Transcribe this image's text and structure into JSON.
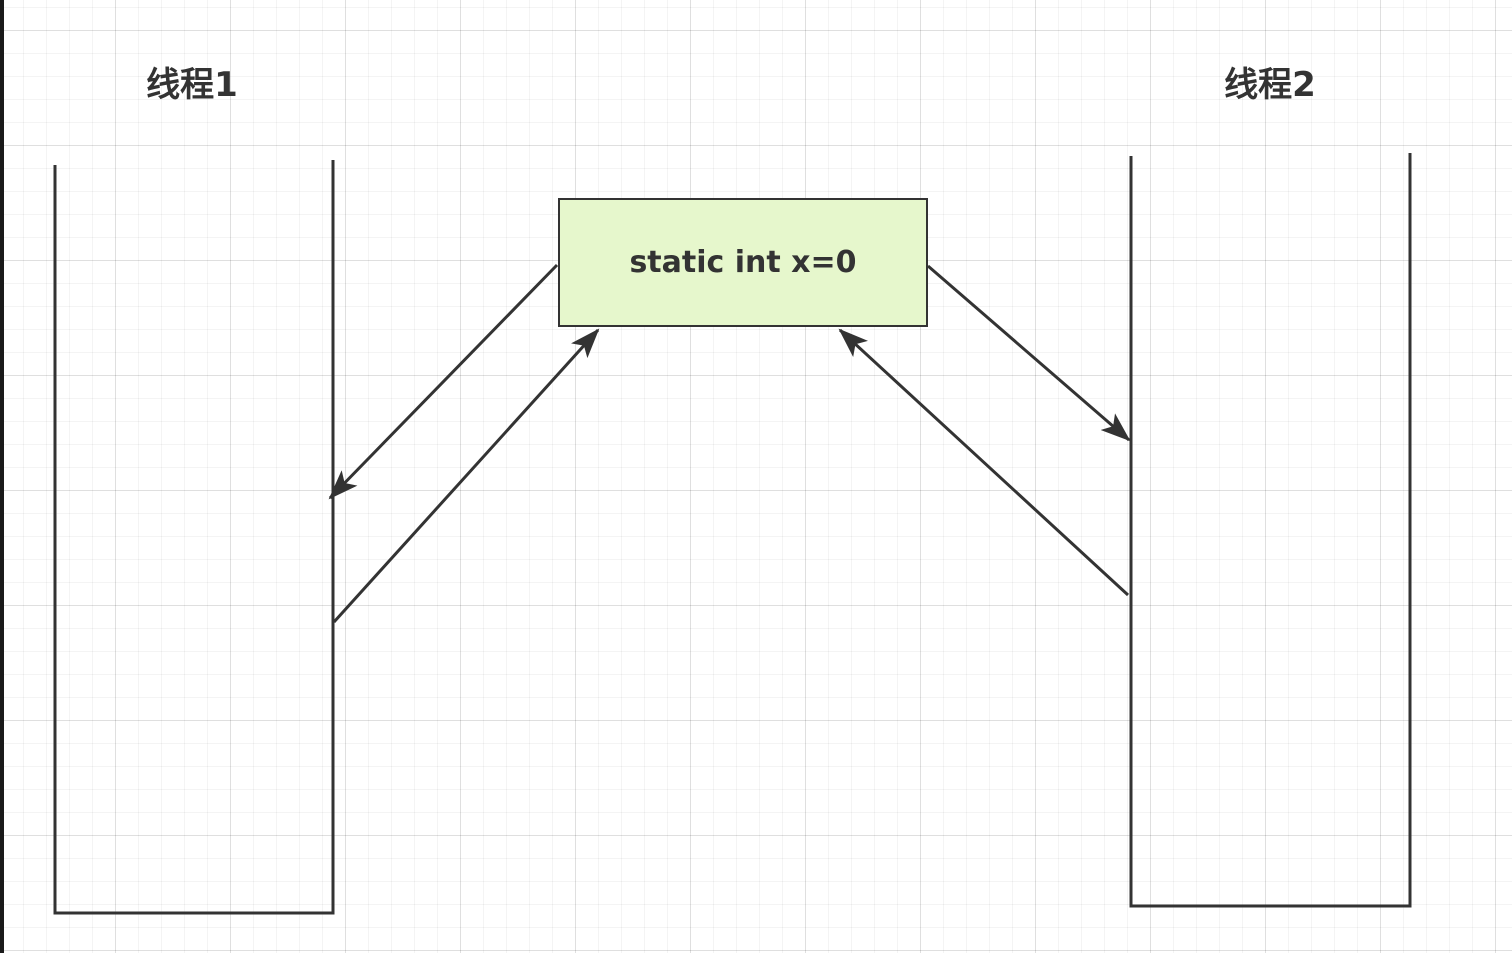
{
  "diagram": {
    "threads": [
      {
        "label": "线程1"
      },
      {
        "label": "线程2"
      }
    ],
    "shared_variable": {
      "label": "static int x=0",
      "fill_color": "#e6f7cc"
    },
    "arrows": [
      {
        "from": "shared_variable",
        "to": "thread_1"
      },
      {
        "from": "thread_1",
        "to": "shared_variable"
      },
      {
        "from": "shared_variable",
        "to": "thread_2"
      },
      {
        "from": "thread_2",
        "to": "shared_variable"
      }
    ],
    "colors": {
      "stroke": "#333333",
      "text": "#333333",
      "background": "#ffffff",
      "grid": "#e6e6e6"
    }
  }
}
